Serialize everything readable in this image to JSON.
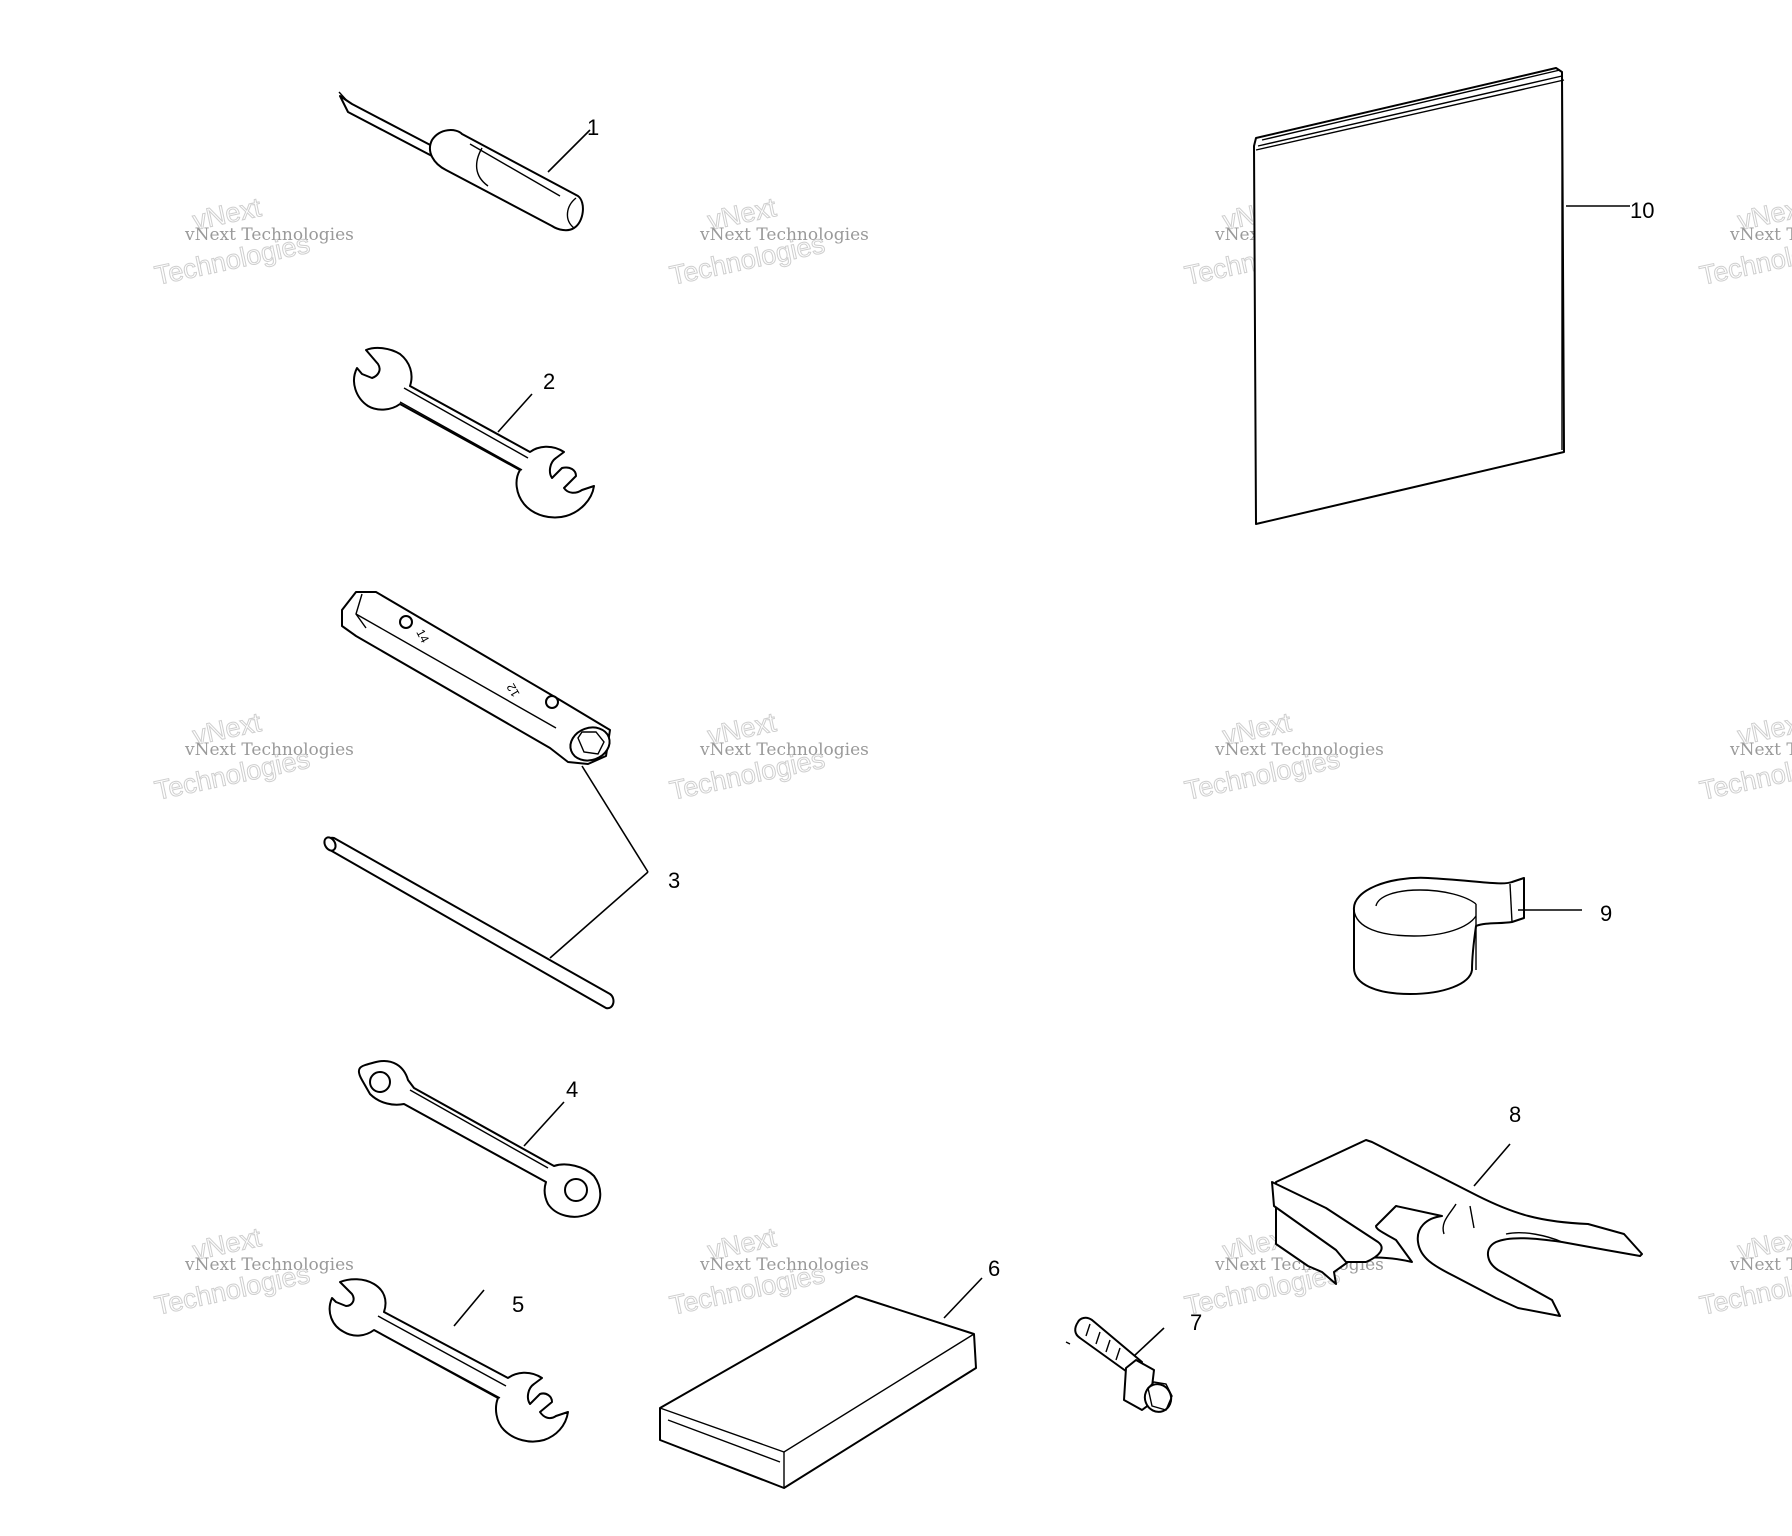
{
  "watermark": {
    "line1": "vNext Technologies",
    "line2": "vNext",
    "line3": "Technologies"
  },
  "callouts": [
    "1",
    "2",
    "3",
    "4",
    "5",
    "6",
    "7",
    "8",
    "9",
    "10"
  ],
  "colors": {
    "line": "#000000",
    "background": "#ffffff",
    "watermark": "#cfcfcf"
  },
  "icons": [
    "screwdriver-icon",
    "open-end-wrench-icon",
    "spark-plug-socket-wrench-icon",
    "tommy-bar-icon",
    "ring-wrench-icon",
    "tool-pouch-icon",
    "bolt-icon",
    "spring-holder-icon",
    "tape-roll-icon",
    "owners-manual-icon"
  ]
}
